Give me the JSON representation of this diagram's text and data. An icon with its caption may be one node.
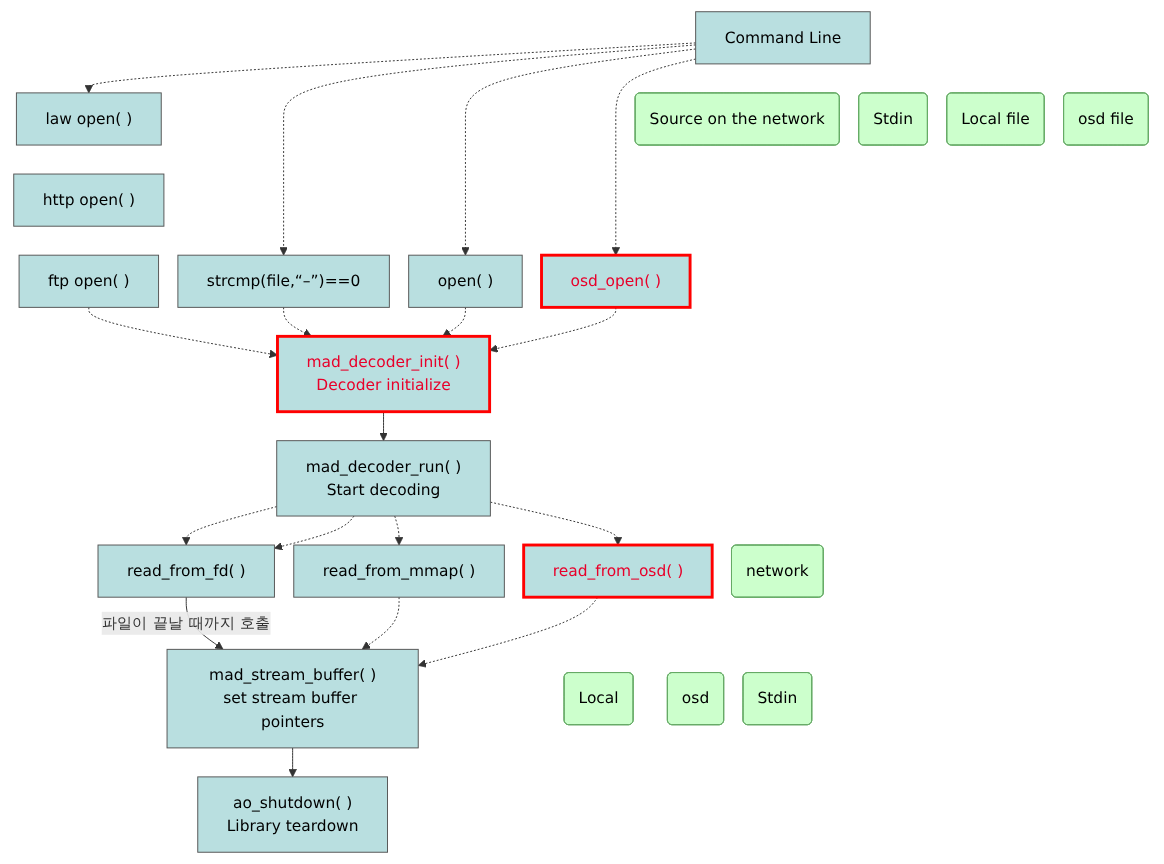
{
  "diagram": {
    "nodes": [
      {
        "text": [
          "Command Line"
        ]
      },
      {
        "text": [
          "Source on the network"
        ]
      },
      {
        "text": [
          "Stdin"
        ]
      },
      {
        "text": [
          "Local file"
        ]
      },
      {
        "text": [
          "osd file"
        ]
      },
      {
        "text": [
          "law open( )"
        ]
      },
      {
        "text": [
          "http open( )"
        ]
      },
      {
        "text": [
          "ftp open( )"
        ]
      },
      {
        "text": [
          "strcmp(file,“–”)==0"
        ]
      },
      {
        "text": [
          "open( )"
        ]
      },
      {
        "text": [
          "osd_open( )"
        ]
      },
      {
        "text": [
          "mad_decoder_init( )",
          "Decoder initialize"
        ]
      },
      {
        "text": [
          "mad_decoder_run( )",
          "Start decoding"
        ]
      },
      {
        "text": [
          "network"
        ]
      },
      {
        "text": [
          "Stdin"
        ]
      },
      {
        "text": [
          "read_from_fd( )"
        ]
      },
      {
        "text": [
          "read_from_mmap( )"
        ]
      },
      {
        "text": [
          "read_from_osd( )"
        ]
      },
      {
        "text": [
          "Local"
        ]
      },
      {
        "text": [
          "osd"
        ]
      },
      {
        "text": [
          "mad_stream_buffer( )",
          "set stream buffer pointers"
        ]
      },
      {
        "text": [
          "ao_shutdown( )",
          "Library teardown"
        ]
      }
    ],
    "edges": [
      {
        "from": 0,
        "to": 5,
        "arrow": "to",
        "style": "dashed"
      },
      {
        "from": 0,
        "to": 8,
        "arrow": "to",
        "style": "dashed"
      },
      {
        "from": 0,
        "to": 9,
        "arrow": "to",
        "style": "dashed"
      },
      {
        "from": 0,
        "to": 10,
        "arrow": "to",
        "style": "dashed"
      },
      {
        "from": 7,
        "to": 11,
        "arrow": "to",
        "style": "dashed"
      },
      {
        "from": 8,
        "to": 11,
        "arrow": "to",
        "style": "dashed"
      },
      {
        "from": 9,
        "to": 11,
        "arrow": "to",
        "style": "dashed"
      },
      {
        "from": 10,
        "to": 11,
        "arrow": "to",
        "style": "dashed"
      },
      {
        "from": 11,
        "to": 12,
        "arrow": "to"
      },
      {
        "from": 12,
        "to": 15,
        "arrow": "to",
        "style": "dashed"
      },
      {
        "from": 12,
        "to": 15,
        "arrow": "to",
        "style": "dashed"
      },
      {
        "from": 12,
        "to": 16,
        "arrow": "to",
        "style": "dashed"
      },
      {
        "from": 12,
        "to": 17,
        "arrow": "to",
        "style": "dashed"
      },
      {
        "from": 15,
        "to": 20,
        "arrow": "to",
        "label": "파일이 끝날 때까지 호출"
      },
      {
        "from": 16,
        "to": 20,
        "arrow": "to",
        "style": "dashed"
      },
      {
        "from": 17,
        "to": 20,
        "arrow": "to",
        "style": "dashed"
      },
      {
        "from": 20,
        "to": 21,
        "arrow": "to"
      }
    ]
  }
}
